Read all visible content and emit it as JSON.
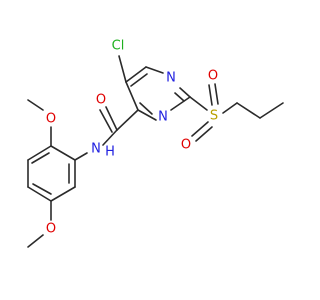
{
  "molecule": {
    "atoms": {
      "cl": "Cl",
      "n_ring_top": "N",
      "n_ring_bottom": "N",
      "o_carbonyl": "O",
      "nh": "N",
      "h": "H",
      "s": "S",
      "o_s_top": "O",
      "o_s_left": "O",
      "o_methoxy_top": "O",
      "o_methoxy_bottom": "O"
    },
    "colors": {
      "carbon_bond": "#2b2b2b",
      "nitrogen": "#2020e0",
      "oxygen": "#e00000",
      "chlorine": "#1fb01f",
      "sulfur": "#b8a000",
      "hydrogen": "#2020e0"
    }
  }
}
